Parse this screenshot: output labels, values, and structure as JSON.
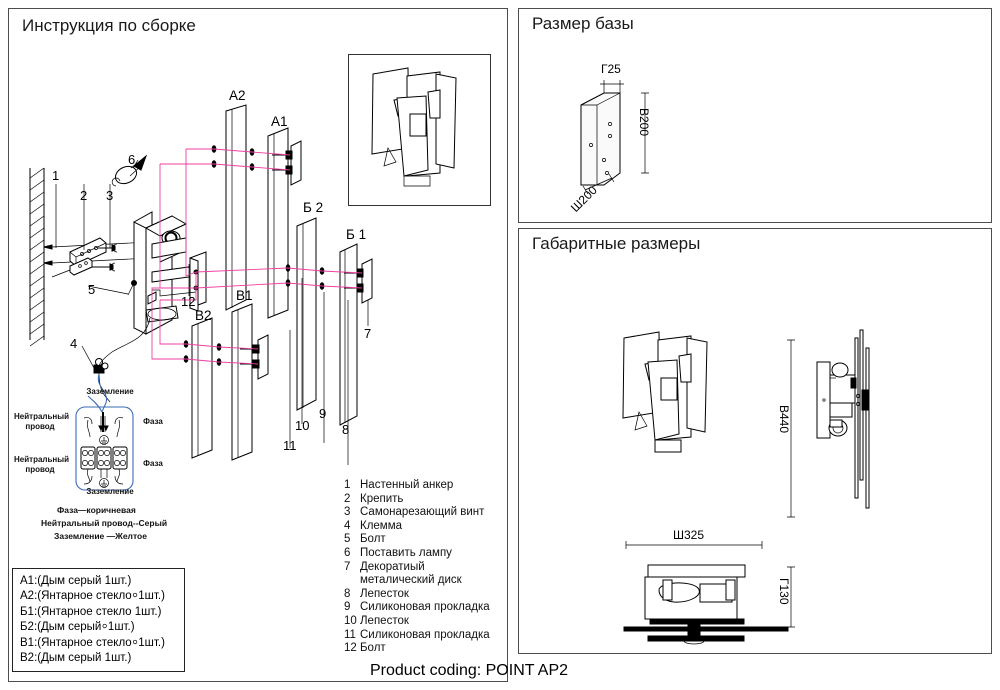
{
  "document": {
    "footer": "Product coding: POINT AP2"
  },
  "assembly_panel": {
    "title": "Инструкция по сборке",
    "part_labels": [
      {
        "id": "A2",
        "text": "A2"
      },
      {
        "id": "A1",
        "text": "A1"
      },
      {
        "id": "B2",
        "text": "Б 2"
      },
      {
        "id": "B1",
        "text": "Б 1"
      },
      {
        "id": "V2",
        "text": "В2"
      },
      {
        "id": "V1",
        "text": "В1"
      }
    ],
    "callouts": [
      "1",
      "2",
      "3",
      "4",
      "5",
      "6",
      "7",
      "8",
      "9",
      "10",
      "11",
      "12"
    ],
    "legend": [
      {
        "num": "1",
        "label": "Настенный анкер"
      },
      {
        "num": "2",
        "label": "Крепить"
      },
      {
        "num": "3",
        "label": "Самонарезающий винт"
      },
      {
        "num": "4",
        "label": "Клемма"
      },
      {
        "num": "5",
        "label": "Болт"
      },
      {
        "num": "6",
        "label": "Поставить лампу"
      },
      {
        "num": "7",
        "label": "Декоратиый",
        "label2": "металический диск"
      },
      {
        "num": "8",
        "label": "Лепесток"
      },
      {
        "num": "9",
        "label": "Силиконовая прокладка"
      },
      {
        "num": "10",
        "label": "Лепесток"
      },
      {
        "num": "11",
        "label": "Силиконовая прокладка"
      },
      {
        "num": "12",
        "label": "Болт"
      }
    ],
    "parts_box": [
      "A1:(Дым серый 1шт.)",
      "A2:(Янтарное стекло⸰1шт.)",
      "Б1:(Янтарное стекло 1шт.)",
      "Б2:(Дым серый⸰1шт.)",
      "В1:(Янтарное стекло⸰1шт.)",
      "В2:(Дым серый 1шт.)"
    ],
    "wiring": {
      "ground_top": "Заземление",
      "ground_bottom": "Заземление",
      "neutral_top": "Нейтральный\nпровод",
      "neutral_bottom": "Нейтральный\nпровод",
      "phase_top": "Фаза",
      "phase_bottom": "Фаза",
      "notes": [
        "Фаза—коричневая",
        "Нейтральный провод--Серый",
        "Заземление —Желтое"
      ]
    }
  },
  "base_panel": {
    "title": "Размер базы",
    "dimensions": {
      "depth": "Г25",
      "height": "В200",
      "width": "Ш200"
    }
  },
  "overall_panel": {
    "title": "Габаритные размеры",
    "dimensions": {
      "height": "В440",
      "width": "Ш325",
      "depth": "Г130"
    }
  },
  "colors": {
    "wire_accent": "#ef3fa0",
    "terminal_outline": "#3a6bb5",
    "frame": "#4d4d4d"
  }
}
